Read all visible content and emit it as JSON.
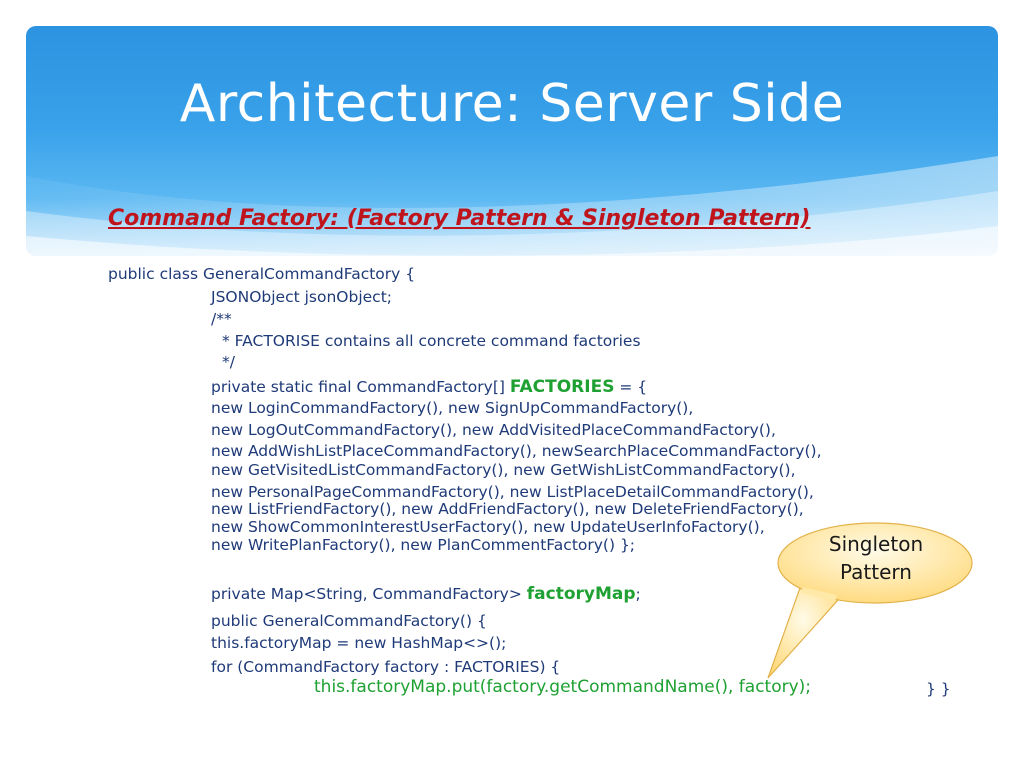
{
  "slide": {
    "title": "Architecture: Server Side",
    "subtitle": "Command Factory: (Factory Pattern & Singleton Pattern)",
    "code": {
      "class_decl": "public class GeneralCommandFactory {",
      "field_json": "JSONObject jsonObject;",
      "comment_open": "/**",
      "comment_body": "* FACTORISE contains all concrete command factories",
      "comment_close": "*/",
      "factories_prefix": "private static final CommandFactory[] ",
      "factories_name": "FACTORIES",
      "factories_suffix": " = {",
      "factory_lines": [
        "new LoginCommandFactory(), new SignUpCommandFactory(),",
        "new LogOutCommandFactory(), new AddVisitedPlaceCommandFactory(),",
        "new AddWishListPlaceCommandFactory(), newSearchPlaceCommandFactory(),",
        "new GetVisitedListCommandFactory(), new GetWishListCommandFactory(),",
        "new PersonalPageCommandFactory(), new ListPlaceDetailCommandFactory(),",
        "new ListFriendFactory(), new AddFriendFactory(), new DeleteFriendFactory(),",
        "new ShowCommonInterestUserFactory(), new UpdateUserInfoFactory(),",
        "new WritePlanFactory(), new PlanCommentFactory() };"
      ],
      "map_prefix": "private Map<String, CommandFactory> ",
      "map_name": "factoryMap",
      "map_suffix": ";",
      "ctor": "public GeneralCommandFactory() {",
      "new_map": "this.factoryMap = new HashMap<>();",
      "for_loop": "for (CommandFactory factory : FACTORIES) {",
      "put_line": "this.factoryMap.put(factory.getCommandName(), factory);",
      "closing": "} }"
    },
    "callout": {
      "line1": "Singleton",
      "line2": "Pattern"
    },
    "colors": {
      "banner": "#2b93e0",
      "title_text": "#ffffff",
      "subtitle": "#c0141c",
      "code_text": "#1f3a78",
      "highlight": "#1ea132",
      "callout_fill": "#ffe08a"
    }
  }
}
